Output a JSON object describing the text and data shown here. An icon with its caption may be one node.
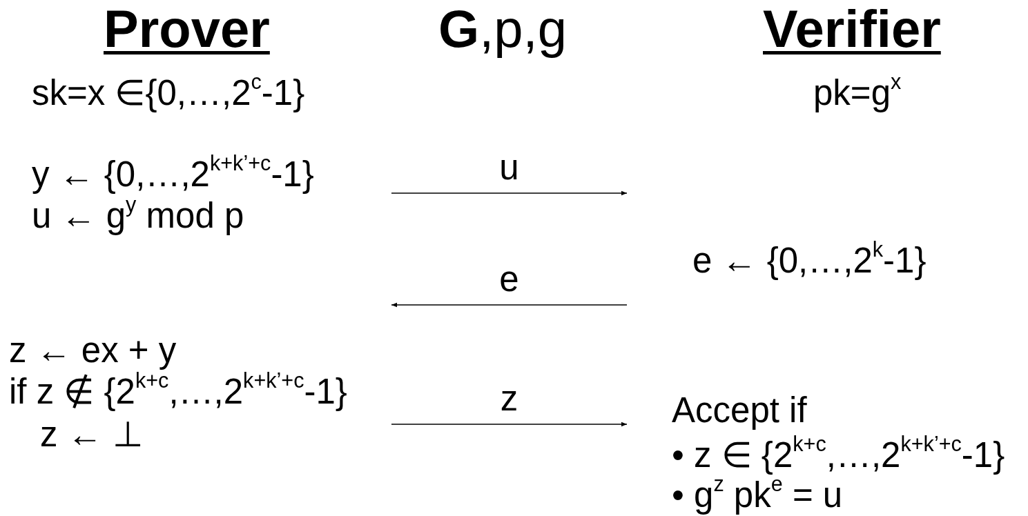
{
  "diagram": {
    "nodes": [
      {
        "text": [
          "Prover",
          "sk=x ∈{0,…,2$^{c}$-1}",
          "y ← {0,…,2$^{k+k’+c}$-1}",
          "u ← g$^{y}$ mod p",
          "z ← ex + y",
          "if z ∉ {2$^{k+c}$,…,2$^{k+k’+c}$-1}",
          "z ← ⊥"
        ]
      },
      {
        "text": [
          "Verifier",
          "pk=g$^{x}$",
          "e ← {0,…,2$^{k}$-1}",
          "Accept if",
          "• z ∈ {2$^{k+c}$,…,2$^{k+k’+c}$-1}",
          "• g$^{z}$ pk$^{e}$ = u"
        ]
      }
    ],
    "edges": [
      {
        "from": 0,
        "to": 1,
        "arrow": "to",
        "label": "u"
      },
      {
        "from": 1,
        "to": 0,
        "arrow": "to",
        "label": "e"
      },
      {
        "from": 0,
        "to": 1,
        "arrow": "to",
        "label": "z"
      }
    ],
    "labels": [
      "**G**,p,g"
    ]
  }
}
